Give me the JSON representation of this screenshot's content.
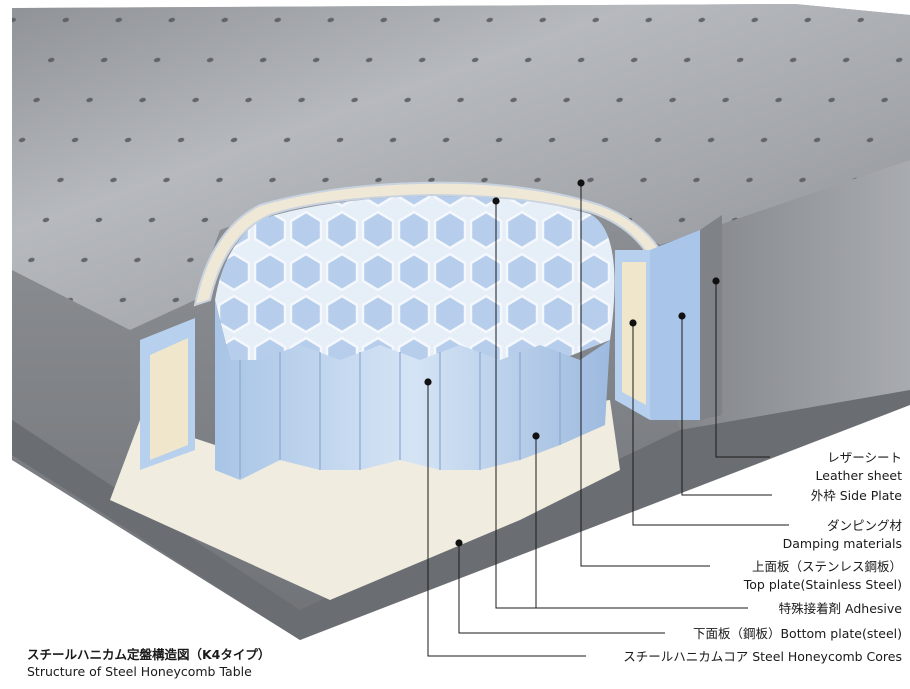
{
  "labels": {
    "leather_jp": "レザーシート",
    "leather_en": "Leather sheet",
    "side_plate": "外枠 Side Plate",
    "damping_jp": "ダンピング材",
    "damping_en": "Damping materials",
    "top_plate_jp": "上面板（ステンレス鋼板）",
    "top_plate_en": "Top plate(Stainless Steel)",
    "adhesive": "特殊接着剤 Adhesive",
    "bottom_plate": "下面板（鋼板）Bottom plate(steel)",
    "cores": "スチールハニカムコア Steel Honeycomb Cores"
  },
  "caption": {
    "jp": "スチールハニカム定盤構造図（K4タイプ）",
    "en": "Structure of Steel Honeycomb Table"
  }
}
